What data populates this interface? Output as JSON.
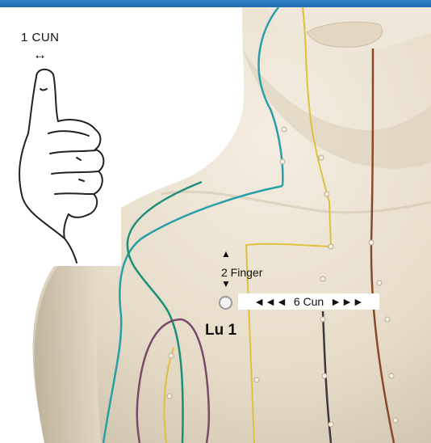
{
  "thumb_measure": {
    "label": "1 CUN",
    "arrow": "↔"
  },
  "lu1_marker": {
    "vertical_up": "▲",
    "vertical_label": "2 Finger",
    "vertical_down": "▼",
    "horizontal_left": "◄◄◄",
    "horizontal_label": "6 Cun",
    "horizontal_right": "►►►",
    "point_name": "Lu 1"
  },
  "colors": {
    "header_bar": "#2f7fc4",
    "meridian_cyan": "#2a9fa8",
    "meridian_green": "#1c8f76",
    "meridian_yellow": "#e0c040",
    "meridian_brown": "#8a4a2a",
    "meridian_purple": "#7a4a6a",
    "meridian_dark": "#3a3a3a"
  }
}
